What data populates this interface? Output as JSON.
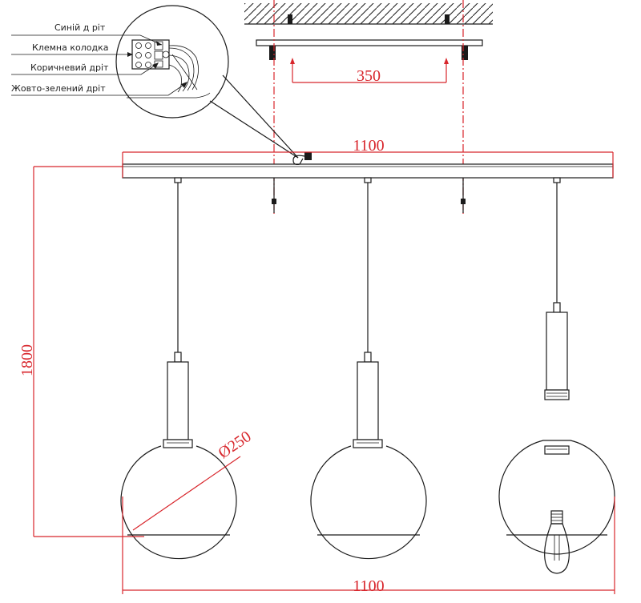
{
  "labels": {
    "blue_wire": "Синій д ріт",
    "terminal_block": "Клемна колодка",
    "brown_wire": "Коричневий дріт",
    "yellow_green_wire": "Жовто-зелений дріт"
  },
  "dimensions": {
    "mount_spacing": "350",
    "bar_width_top": "1100",
    "overall_height": "1800",
    "globe_diameter": "Ø250",
    "bar_width_bottom": "1100"
  },
  "colors": {
    "line": "#1a1a1a",
    "dimension": "#d8262c"
  }
}
